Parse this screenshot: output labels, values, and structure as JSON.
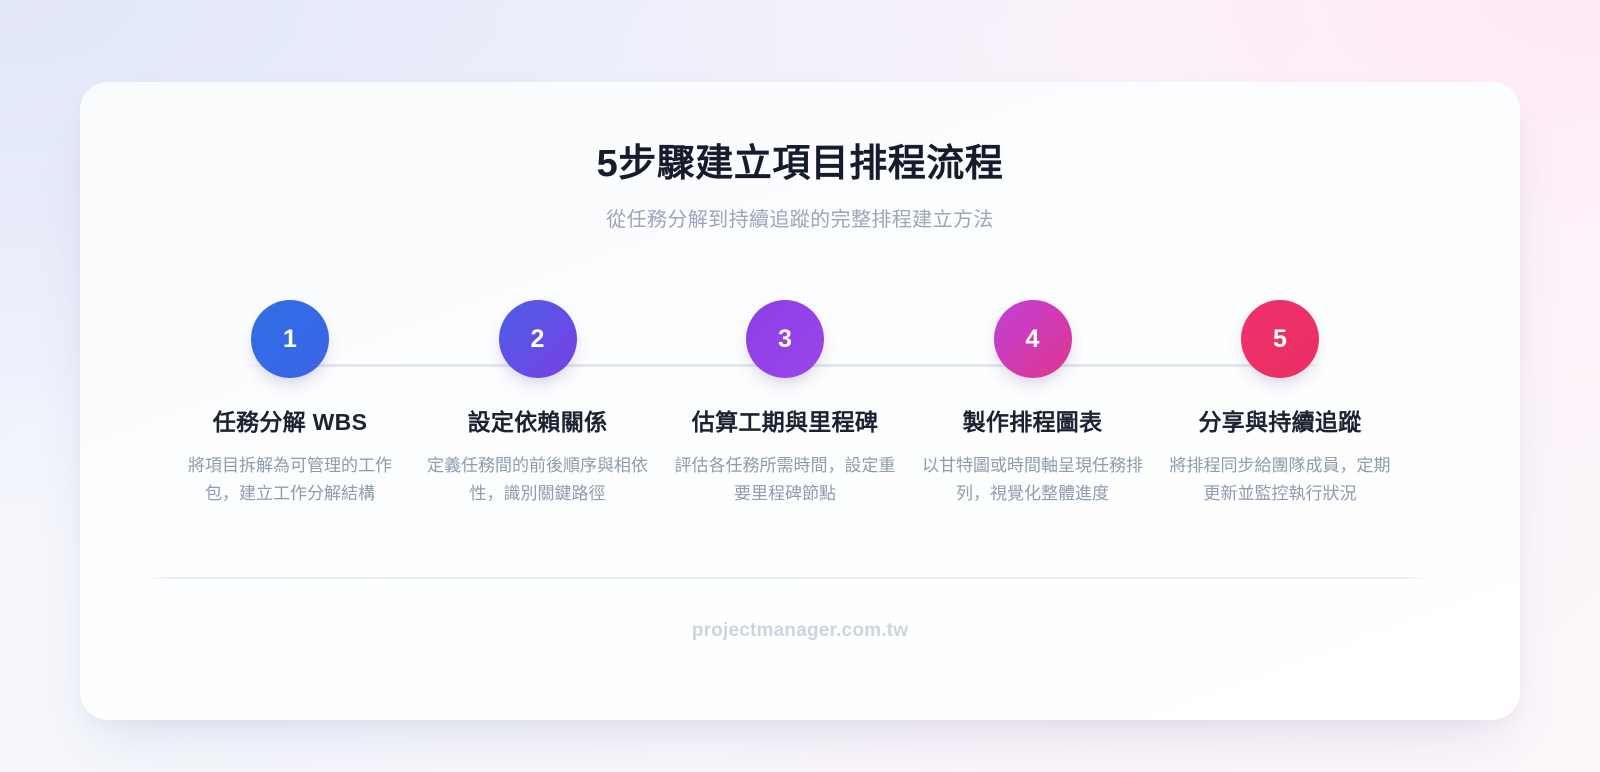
{
  "header": {
    "title": "5步驟建立項目排程流程",
    "subtitle": "從任務分解到持續追蹤的完整排程建立方法"
  },
  "timeline": {
    "connector_color": "#e4e7ee",
    "steps": [
      {
        "number": "1",
        "title": "任務分解 WBS",
        "description": "將項目拆解為可管理的工作包，建立工作分解結構",
        "gradient_from": "#2f6fe4",
        "gradient_to": "#3b63e8"
      },
      {
        "number": "2",
        "title": "設定依賴關係",
        "description": "定義任務間的前後順序與相依性，識別關鍵路徑",
        "gradient_from": "#4a5fe8",
        "gradient_to": "#7b3fe4"
      },
      {
        "number": "3",
        "title": "估算工期與里程碑",
        "description": "評估各任務所需時間，設定重要里程碑節點",
        "gradient_from": "#8b3fe8",
        "gradient_to": "#9b45e8"
      },
      {
        "number": "4",
        "title": "製作排程圖表",
        "description": "以甘特圖或時間軸呈現任務排列，視覺化整體進度",
        "gradient_from": "#c040d8",
        "gradient_to": "#e0368f"
      },
      {
        "number": "5",
        "title": "分享與持續追蹤",
        "description": "將排程同步給團隊成員，定期更新並監控執行狀況",
        "gradient_from": "#ef2f6e",
        "gradient_to": "#e8315f"
      }
    ]
  },
  "footer": {
    "wordmark": "projectmanager.com.tw"
  }
}
